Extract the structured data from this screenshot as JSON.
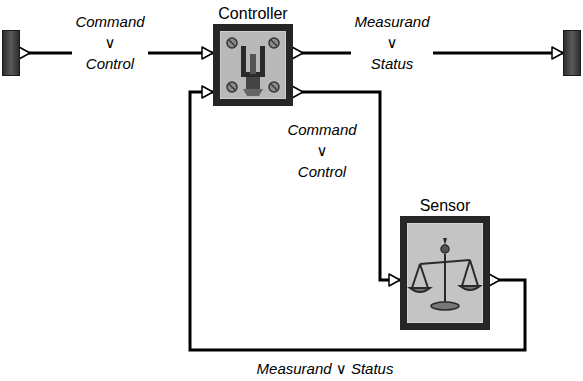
{
  "diagram": {
    "nodes": [
      {
        "text": []
      },
      {
        "text": [
          "Controller"
        ]
      },
      {
        "text": []
      },
      {
        "text": [
          "Sensor"
        ]
      }
    ],
    "edges": [
      {
        "from": 0,
        "to": 1,
        "arrow": "to",
        "label": "Command ∨ Control"
      },
      {
        "from": 1,
        "to": 2,
        "arrow": "to",
        "label": "Measurand ∨ Status"
      },
      {
        "from": 1,
        "to": 3,
        "arrow": "to",
        "label": "Command ∨ Control"
      },
      {
        "from": 3,
        "to": 1,
        "arrow": "to",
        "label": "Measurand ∨ Status"
      }
    ]
  }
}
